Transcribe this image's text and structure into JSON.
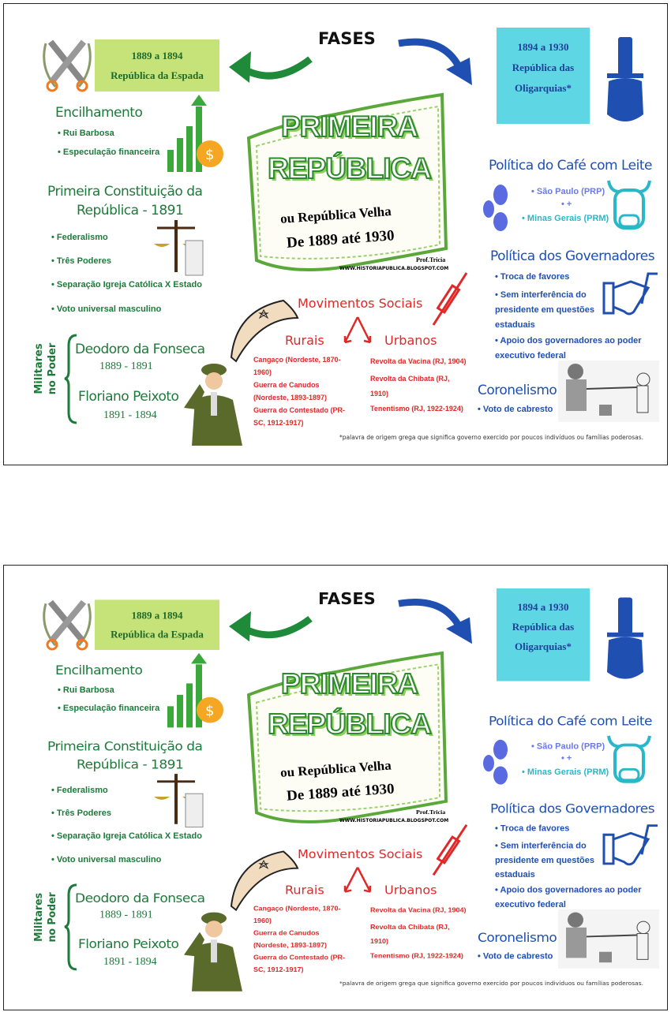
{
  "phases_label": "FASES",
  "espada": {
    "years": "1889 a 1894",
    "name": "República da Espada"
  },
  "oligarquias": {
    "years": "1894 a 1930",
    "line1": "República das",
    "line2": "Oligarquias*"
  },
  "center": {
    "title1": "PRIMEIRA",
    "title2": "REPÚBLICA",
    "subtitle": "ou República Velha",
    "dates": "De 1889 até 1930",
    "author": "Prof.Tricia",
    "site": "WWW.HISTORIAPUBLICA.BLOGSPOT.COM"
  },
  "encilhamento": {
    "heading": "Encilhamento",
    "items": [
      "Rui Barbosa",
      "Especulação financeira"
    ]
  },
  "constituicao": {
    "heading1": "Primeira Constituição da",
    "heading2": "República - 1891",
    "items": [
      "Federalismo",
      "Três Poderes",
      "Separação Igreja Católica X Estado",
      "Voto universal masculino"
    ]
  },
  "militares": {
    "label1": "Militares",
    "label2": "no Poder",
    "people": [
      {
        "name": "Deodoro da Fonseca",
        "years": "1889 - 1891"
      },
      {
        "name": "Floriano Peixoto",
        "years": "1891 - 1894"
      }
    ]
  },
  "cafe": {
    "heading": "Política do Café com Leite",
    "sp": "São Paulo (PRP)",
    "plus": "+",
    "mg": "Minas Gerais (PRM)"
  },
  "governadores": {
    "heading": "Política dos Governadores",
    "items": [
      "Troca de favores",
      "Sem interferência do presidente em questões estaduais",
      "Apoio dos governadores ao poder executivo federal"
    ]
  },
  "coronelismo": {
    "heading": "Coronelismo",
    "item": "Voto de cabresto"
  },
  "movimentos": {
    "heading": "Movimentos Sociais",
    "rurais": "Rurais",
    "urbanos": "Urbanos",
    "rurais_items": [
      "Cangaço (Nordeste, 1870-1960)",
      "Guerra de Canudos (Nordeste, 1893-1897)",
      "Guerra do Contestado (PR-SC, 1912-1917)"
    ],
    "urbanos_items": [
      "Revolta da Vacina (RJ, 1904)",
      "Revolta da Chibata (RJ, 1910)",
      "Tenentismo (RJ, 1922-1924)"
    ]
  },
  "footnote": "*palavra de origem grega que significa governo exercido por poucos indivíduos ou famílias poderosas.",
  "colors": {
    "green": "#1e7a3a",
    "blue": "#1f4fb0",
    "red": "#e02828",
    "cyan": "#5fd6e3",
    "lime": "#c6e37a"
  }
}
